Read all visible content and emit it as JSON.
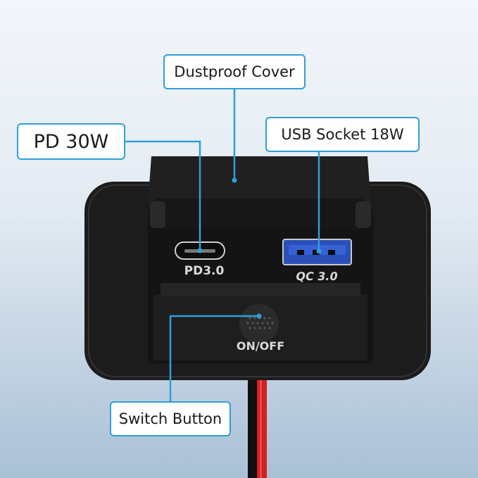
{
  "callouts": {
    "dustproof_cover": "Dustproof Cover",
    "pd": "PD 30W",
    "usb_socket": "USB Socket 18W",
    "switch_button": "Switch Button"
  },
  "device_labels": {
    "pd_port": "PD3.0",
    "qc_port": "QC 3.0",
    "switch": "ON/OFF"
  },
  "colors": {
    "accent": "#2f9fd6",
    "device_body": "#1b1b1b",
    "usb_port": "#2a4fb8",
    "wire_red": "#d42020",
    "wire_black": "#111111"
  }
}
